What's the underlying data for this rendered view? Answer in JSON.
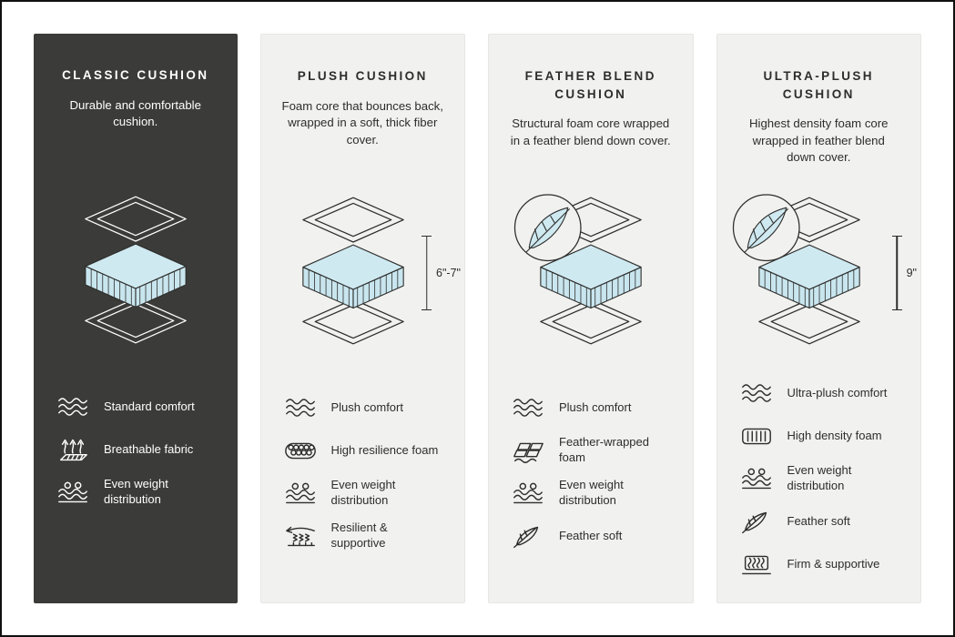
{
  "colors": {
    "dark_card_bg": "#3b3b39",
    "light_card_bg": "#f1f1ef",
    "foam_fill": "#cfe9f1",
    "stroke_dark": "#2d2d2b",
    "text_light": "#ffffff"
  },
  "cards": [
    {
      "title": "CLASSIC CUSHION",
      "description": "Durable and comfortable cushion.",
      "height_label": "",
      "features": [
        {
          "icon": "waves-icon",
          "label": "Standard comfort"
        },
        {
          "icon": "breathable-fabric-icon",
          "label": "Breathable fabric"
        },
        {
          "icon": "weight-distribution-icon",
          "label": "Even weight distribution"
        }
      ]
    },
    {
      "title": "PLUSH CUSHION",
      "description": "Foam core that bounces back, wrapped in a soft, thick fiber cover.",
      "height_label": "6\"-7\"",
      "features": [
        {
          "icon": "waves-icon",
          "label": "Plush comfort"
        },
        {
          "icon": "foam-bubbles-icon",
          "label": "High resilience foam"
        },
        {
          "icon": "weight-distribution-icon",
          "label": "Even weight distribution"
        },
        {
          "icon": "spring-icon",
          "label": "Resilient & supportive"
        }
      ]
    },
    {
      "title": "FEATHER BLEND CUSHION",
      "description": "Structural foam core wrapped in a feather blend down cover.",
      "height_label": "",
      "features": [
        {
          "icon": "waves-icon",
          "label": "Plush comfort"
        },
        {
          "icon": "bricks-icon",
          "label": "Feather-wrapped foam"
        },
        {
          "icon": "weight-distribution-icon",
          "label": "Even weight distribution"
        },
        {
          "icon": "feather-icon",
          "label": "Feather soft"
        }
      ]
    },
    {
      "title": "ULTRA-PLUSH CUSHION",
      "description": "Highest density foam core wrapped in feather blend down cover.",
      "height_label": "9\"",
      "features": [
        {
          "icon": "waves-icon",
          "label": "Ultra-plush comfort"
        },
        {
          "icon": "density-icon",
          "label": "High density foam"
        },
        {
          "icon": "weight-distribution-icon",
          "label": "Even weight distribution"
        },
        {
          "icon": "feather-icon",
          "label": "Feather soft"
        },
        {
          "icon": "coil-icon",
          "label": "Firm & supportive"
        }
      ]
    }
  ]
}
